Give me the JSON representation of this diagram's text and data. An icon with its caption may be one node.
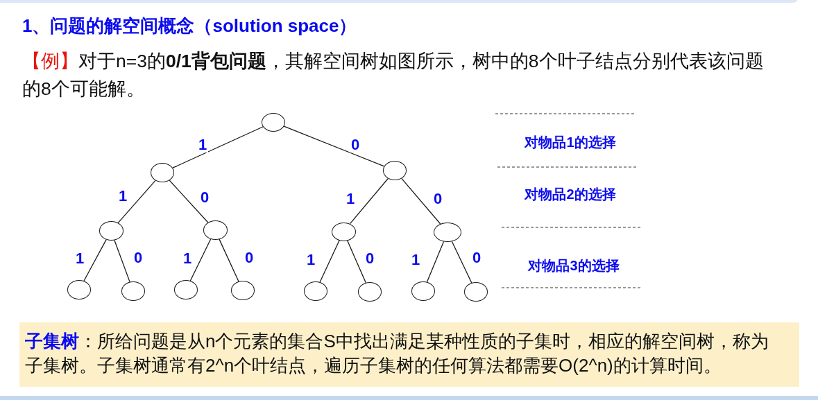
{
  "diagram": {
    "title": "1、问题的解空间概念（solution space）",
    "nodes": [
      {
        "text": [],
        "shape": "ellipse"
      },
      {
        "text": [],
        "shape": "ellipse"
      },
      {
        "text": [],
        "shape": "ellipse"
      },
      {
        "text": [],
        "shape": "ellipse"
      },
      {
        "text": [],
        "shape": "ellipse"
      },
      {
        "text": [],
        "shape": "ellipse"
      },
      {
        "text": [],
        "shape": "ellipse"
      },
      {
        "text": [],
        "shape": "ellipse"
      },
      {
        "text": [],
        "shape": "ellipse"
      },
      {
        "text": [],
        "shape": "ellipse"
      },
      {
        "text": [],
        "shape": "ellipse"
      },
      {
        "text": [],
        "shape": "ellipse"
      },
      {
        "text": [],
        "shape": "ellipse"
      },
      {
        "text": [],
        "shape": "ellipse"
      },
      {
        "text": [],
        "shape": "ellipse"
      },
      {
        "text": [
          "**子集树**：所给问题是从n个元素的集合S中找出满足某种性质的子集时，相应的解空间树，称为子集树。子集树通常有2^n个叶结点，遍历子集树的任何算法都需要O(2^n)的计算时间。"
        ]
      }
    ],
    "edges": [
      {
        "from": 0,
        "to": 1,
        "arrow": "none",
        "label": "1"
      },
      {
        "from": 0,
        "to": 2,
        "arrow": "none",
        "label": "0"
      },
      {
        "from": 1,
        "to": 3,
        "arrow": "none",
        "label": "1"
      },
      {
        "from": 1,
        "to": 4,
        "arrow": "none",
        "label": "0"
      },
      {
        "from": 2,
        "to": 5,
        "arrow": "none",
        "label": "1"
      },
      {
        "from": 2,
        "to": 6,
        "arrow": "none",
        "label": "0"
      },
      {
        "from": 3,
        "to": 7,
        "arrow": "none",
        "label": "1"
      },
      {
        "from": 3,
        "to": 8,
        "arrow": "none",
        "label": "0"
      },
      {
        "from": 4,
        "to": 9,
        "arrow": "none",
        "label": "1"
      },
      {
        "from": 4,
        "to": 10,
        "arrow": "none",
        "label": "0"
      },
      {
        "from": 5,
        "to": 11,
        "arrow": "none",
        "label": "1"
      },
      {
        "from": 5,
        "to": 12,
        "arrow": "none",
        "label": "0"
      },
      {
        "from": 6,
        "to": 13,
        "arrow": "none",
        "label": "1"
      },
      {
        "from": 6,
        "to": 14,
        "arrow": "none",
        "label": "0"
      }
    ],
    "labels": [
      "【例】对于n=3的**0/1背包问题**，其解空间树如图所示，树中的8个叶子结点分别代表该问题的8个可能解。",
      "对物品1的选择",
      "对物品2的选择",
      "对物品3的选择"
    ]
  }
}
